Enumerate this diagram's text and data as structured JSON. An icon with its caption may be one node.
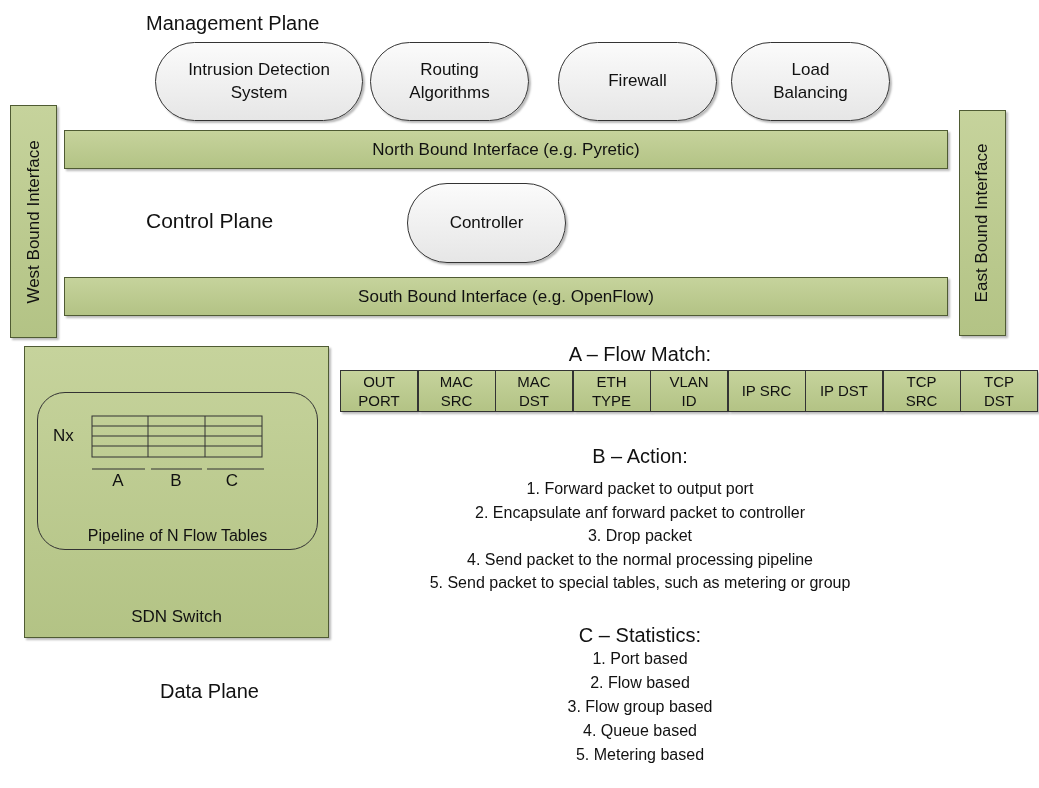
{
  "diagram": {
    "nodes": [
      {
        "text": [
          "Intrusion Detection System"
        ]
      },
      {
        "text": [
          "Routing Algorithms"
        ]
      },
      {
        "text": [
          "Firewall"
        ]
      },
      {
        "text": [
          "Load Balancing"
        ]
      },
      {
        "text": [
          "West Bound Interface"
        ]
      },
      {
        "text": [
          "North Bound Interface (e.g. Pyretic)"
        ]
      },
      {
        "text": [
          "East Bound Interface"
        ]
      },
      {
        "text": [
          "Controller"
        ]
      },
      {
        "text": [
          "South Bound Interface (e.g. OpenFlow)"
        ]
      },
      {
        "text": [
          "SDN Switch"
        ]
      },
      {
        "text": [
          "Pipeline of N Flow Tables"
        ],
        "in": 9
      },
      {
        "text": [
          "OUT PORT"
        ]
      },
      {
        "text": [
          "MAC SRC"
        ]
      },
      {
        "text": [
          "MAC DST"
        ]
      },
      {
        "text": [
          "ETH TYPE"
        ]
      },
      {
        "text": [
          "VLAN ID"
        ]
      },
      {
        "text": [
          "IP SRC"
        ]
      },
      {
        "text": [
          "IP DST"
        ]
      },
      {
        "text": [
          "TCP SRC"
        ]
      },
      {
        "text": [
          "TCP DST"
        ]
      }
    ],
    "labels": [
      "Management Plane",
      "Control Plane",
      "Nx",
      "A",
      "B",
      "C",
      "A – Flow Match:",
      "B – Action:",
      "1. Forward packet to output port",
      "2. Encapsulate anf forward packet to controller",
      "3. Drop packet",
      "4. Send packet to the normal processing pipeline",
      "5. Send packet to special tables, such as metering or group",
      "C – Statistics:",
      "1. Port based",
      "2. Flow based",
      "3. Flow group based",
      "4. Queue based",
      "5. Metering based",
      "Data Plane"
    ]
  }
}
